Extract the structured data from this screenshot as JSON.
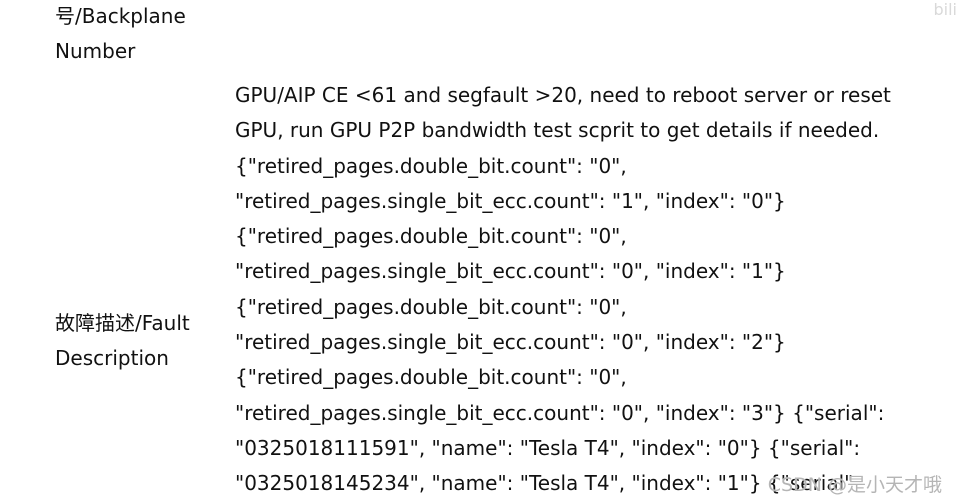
{
  "labels": {
    "backplane_line1": "号/Backplane",
    "backplane_line2": "Number",
    "fault_line1": "故障描述/Fault",
    "fault_line2": "Description"
  },
  "description_lines": [
    "GPU/AIP CE <61 and segfault >20, need to reboot server or reset",
    "GPU, run GPU P2P bandwidth test scprit to get details if needed.",
    "{\"retired_pages.double_bit.count\": \"0\",",
    "\"retired_pages.single_bit_ecc.count\": \"1\", \"index\": \"0\"}",
    "{\"retired_pages.double_bit.count\": \"0\",",
    "\"retired_pages.single_bit_ecc.count\": \"0\", \"index\": \"1\"}",
    "{\"retired_pages.double_bit.count\": \"0\",",
    "\"retired_pages.single_bit_ecc.count\": \"0\", \"index\": \"2\"}",
    "{\"retired_pages.double_bit.count\": \"0\",",
    "\"retired_pages.single_bit_ecc.count\": \"0\", \"index\": \"3\"} {\"serial\":",
    "\"0325018111591\", \"name\": \"Tesla T4\", \"index\": \"0\"} {\"serial\":",
    "\"0325018145234\", \"name\": \"Tesla T4\", \"index\": \"1\"} {\"serial\""
  ],
  "watermarks": {
    "top": "bili",
    "bottom": "CSDN @是小天才哦"
  }
}
